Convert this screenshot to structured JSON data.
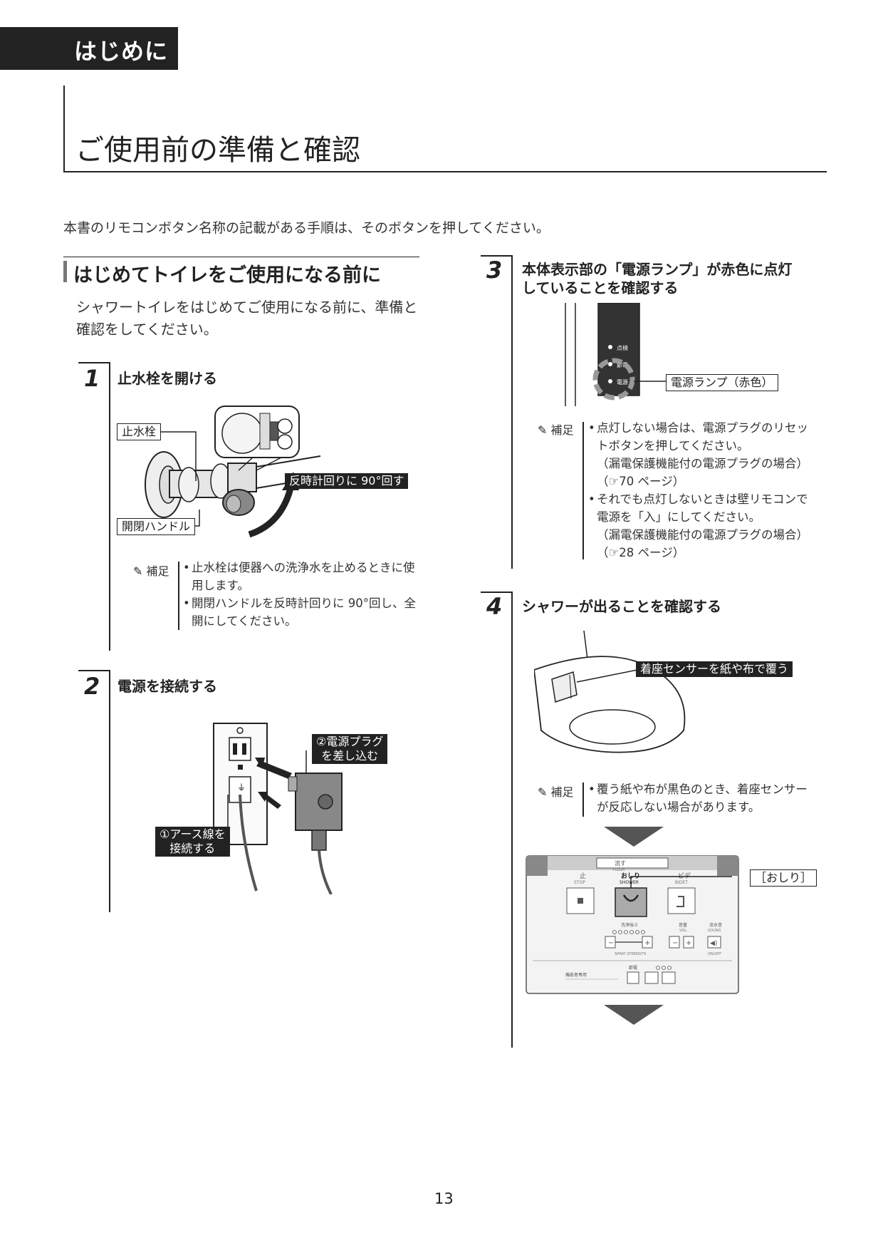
{
  "section_tab": "はじめに",
  "page_title": "ご使用前の準備と確認",
  "intro": "本書のリモコンボタン名称の記載がある手順は、そのボタンを押してください。",
  "subsection": {
    "title": "はじめてトイレをご使用になる前に",
    "text": "シャワートイレをはじめてご使用になる前に、準備と確認をしてください。"
  },
  "steps": [
    {
      "num": "1",
      "title": "止水栓を開ける",
      "callouts": {
        "valve": "止水栓",
        "handle": "開閉ハンドル",
        "rotate": "反時計回りに 90°回す"
      },
      "note_label": "補足",
      "notes": [
        "止水栓は便器への洗浄水を止めるときに使用します。",
        "開閉ハンドルを反時計回りに 90°回し、全開にしてください。"
      ]
    },
    {
      "num": "2",
      "title": "電源を接続する",
      "callouts": {
        "plug_line1": "②電源プラグ",
        "plug_line2": "を差し込む",
        "earth_line1": "①アース線を",
        "earth_line2": "接続する"
      }
    },
    {
      "num": "3",
      "title_line1": "本体表示部の「電源ランプ」が赤色に点灯",
      "title_line2": "していることを確認する",
      "panel_labels": [
        "点検",
        "節電",
        "電源"
      ],
      "callout": "電源ランプ（赤色）",
      "note_label": "補足",
      "notes": [
        {
          "main": "点灯しない場合は、電源プラグのリセットボタンを押してください。",
          "sub": [
            "（漏電保護機能付の電源プラグの場合）",
            "（☞70 ページ）"
          ]
        },
        {
          "main": "それでも点灯しないときは壁リモコンで電源を「入」にしてください。",
          "sub": [
            "（漏電保護機能付の電源プラグの場合）",
            "（☞28 ページ）"
          ]
        }
      ]
    },
    {
      "num": "4",
      "title": "シャワーが出ることを確認する",
      "callout": "着座センサーを紙や布で覆う",
      "note_label": "補足",
      "notes": [
        "覆う紙や布が黒色のとき、着座センサーが反応しない場合があります。"
      ],
      "remote": {
        "flush": "流す",
        "flush_en": "FLUSH",
        "stop": "止",
        "stop_en": "STOP",
        "shower": "おしり",
        "shower_en": "SHOWER",
        "bidet": "ビデ",
        "bidet_en": "BIDET",
        "strength": "洗浄強さ",
        "strength_en": "SPRAY STRENGTH",
        "volume": "音量",
        "volume_en": "VOL.",
        "sound": "流水音",
        "sound_en": "SOUND",
        "onoff": "ON/OFF",
        "power": "節電",
        "disabled": "機能者専用",
        "callout": "［おしり］"
      }
    }
  ],
  "page_number": "13"
}
